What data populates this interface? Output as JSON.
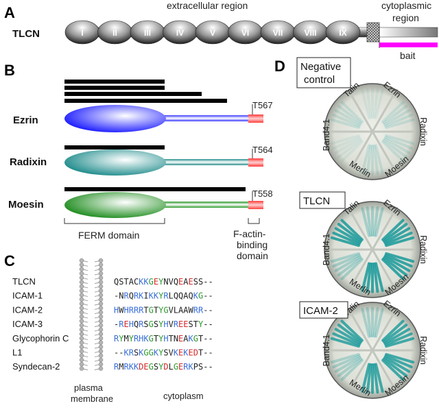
{
  "panels": {
    "A": "A",
    "B": "B",
    "C": "C",
    "D": "D"
  },
  "panel_a": {
    "protein": "TLCN",
    "extracellular_label": "extracellular region",
    "cytoplasmic_label_1": "cytoplasmic",
    "cytoplasmic_label_2": "region",
    "bait_label": "bait",
    "domains": [
      "I",
      "II",
      "III",
      "IV",
      "V",
      "VI",
      "VII",
      "VIII",
      "IX"
    ],
    "colors": {
      "bait": "#ff00ff"
    }
  },
  "panel_b": {
    "proteins": [
      {
        "name": "Ezrin",
        "site": "T567",
        "color": "#1a1aff",
        "linker": "#3b3bff",
        "bars": 4
      },
      {
        "name": "Radixin",
        "site": "T564",
        "color": "#1e8b8b",
        "linker": "#2a8f8f",
        "bars": 1
      },
      {
        "name": "Moesin",
        "site": "T558",
        "color": "#1e8c1e",
        "linker": "#2a9a2a",
        "bars": 1
      }
    ],
    "ferm_label": "FERM domain",
    "factin_label_1": "F-actin-",
    "factin_label_2": "binding",
    "factin_label_3": "domain",
    "colors": {
      "tail": "#ff3b3b"
    }
  },
  "panel_c": {
    "rows": [
      {
        "name": "TLCN",
        "seq": "QSTACKKGEYNVQEAESS--"
      },
      {
        "name": "ICAM-1",
        "seq": "-NRQRKIKKYRLQQAQKG--"
      },
      {
        "name": "ICAM-2",
        "seq": "HWHRRRTGTYGVLAAWRR--"
      },
      {
        "name": "ICAM-3",
        "seq": "-REHQRSGSYHVREESTY--"
      },
      {
        "name": "Glycophorin C",
        "seq": "RYMYRHKGTYHTNEAKGT--"
      },
      {
        "name": "L1",
        "seq": "--KRSKGGKYSVKEKEDT--"
      },
      {
        "name": "Syndecan-2",
        "seq": "RMRKKDEGSYDLGERKPS--"
      }
    ],
    "membrane_label_1": "plasma",
    "membrane_label_2": "membrane",
    "cytoplasm_label": "cytoplasm",
    "colors": {
      "basic": "#3a6fd8",
      "acidic": "#d42a2a",
      "polar": "#2e9a2e",
      "other": "#222222"
    }
  },
  "panel_d": {
    "plates": [
      {
        "title_1": "Negative",
        "title_2": "control",
        "left_label": "",
        "streaks": 0.15
      },
      {
        "title_1": "TLCN",
        "title_2": "",
        "left_label": "Band4.1",
        "streaks": 0.85
      },
      {
        "title_1": "ICAM-2",
        "title_2": "",
        "left_label": "Band4.1",
        "streaks": 0.8
      }
    ],
    "sectors": [
      "Talin",
      "Ezrin",
      "Radixin",
      "Moesin",
      "Merlin",
      "Band4.1"
    ],
    "colors": {
      "stain": "#1a9a9a"
    }
  }
}
